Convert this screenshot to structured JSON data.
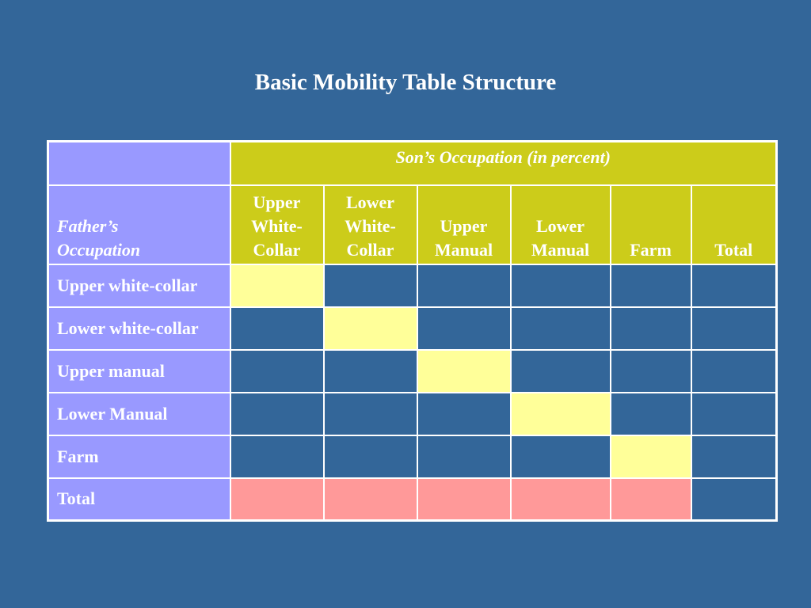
{
  "slide": {
    "title": "Basic Mobility Table Structure"
  },
  "table": {
    "spanning_header": "Son’s Occupation (in percent)",
    "row_header_label": [
      "Father’s",
      "Occupation"
    ],
    "columns": [
      [
        "Upper",
        "White-",
        "Collar"
      ],
      [
        "Lower",
        "White-",
        "Collar"
      ],
      [
        "Upper",
        "Manual"
      ],
      [
        "Lower",
        "Manual"
      ],
      [
        "Farm"
      ],
      [
        "Total"
      ]
    ],
    "rows": [
      "Upper white-collar",
      "Lower white-collar",
      "Upper manual",
      "Lower Manual",
      "Farm",
      "Total"
    ],
    "colors": {
      "background": "#336699",
      "row_header": "#9999ff",
      "column_header": "#cccc1a",
      "diagonal_cell": "#ffff99",
      "total_cell": "#ff9999",
      "empty_cell": "#336699"
    }
  }
}
